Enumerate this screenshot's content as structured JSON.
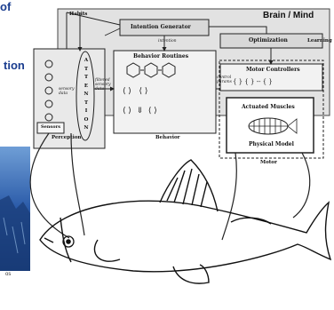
{
  "slide_fragments": {
    "line1": "of",
    "line2": "tion",
    "photo_caption": "os"
  },
  "diagram": {
    "brain_mind_title": "Brain / Mind",
    "habits": "Habits",
    "intention_generator": "Intention Generator",
    "intention": "intention",
    "behavior_routines": "Behavior Routines",
    "behavior": "Behavior",
    "optimization": "Optimization",
    "learning": "Learning",
    "motor_controllers": "Motor Controllers",
    "actuated_muscles": "Actuated Muscles",
    "physical_model": "Physical Model",
    "motor": "Motor",
    "perception": "Perception",
    "sensors": "Sensors",
    "sensory_data": "sensory data",
    "filtered_sensory_data": "filtered sensory data",
    "control_params": "control params",
    "motor_controller_symbols": "{ } { } -- { }",
    "sensor_letters": [
      "A",
      "T",
      "T",
      "E",
      "N",
      "T",
      "I",
      "O",
      "N"
    ]
  },
  "colors": {
    "background": "#ffffff",
    "slide_text": "#1a3d8f",
    "diagram_panel": "#e2e2e2",
    "photo_dark": "#0c2e6a",
    "photo_light": "#6f9ed6"
  }
}
